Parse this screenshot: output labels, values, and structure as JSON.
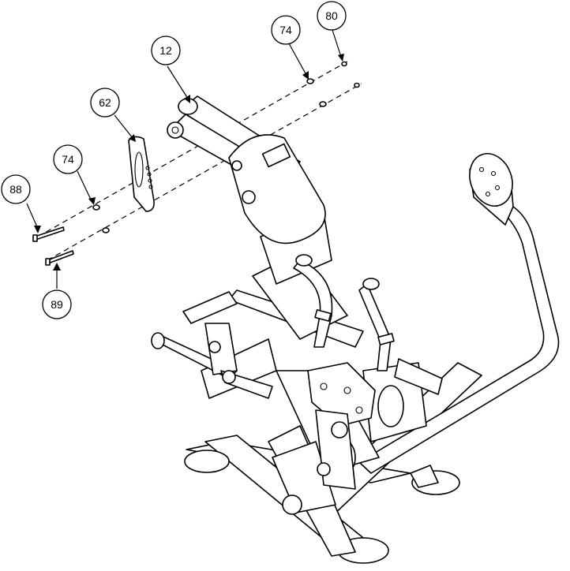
{
  "callouts": [
    {
      "id": "c88",
      "label": "88"
    },
    {
      "id": "c74a",
      "label": "74"
    },
    {
      "id": "c62",
      "label": "62"
    },
    {
      "id": "c12",
      "label": "12"
    },
    {
      "id": "c74b",
      "label": "74"
    },
    {
      "id": "c80",
      "label": "80"
    },
    {
      "id": "c89",
      "label": "89"
    }
  ]
}
